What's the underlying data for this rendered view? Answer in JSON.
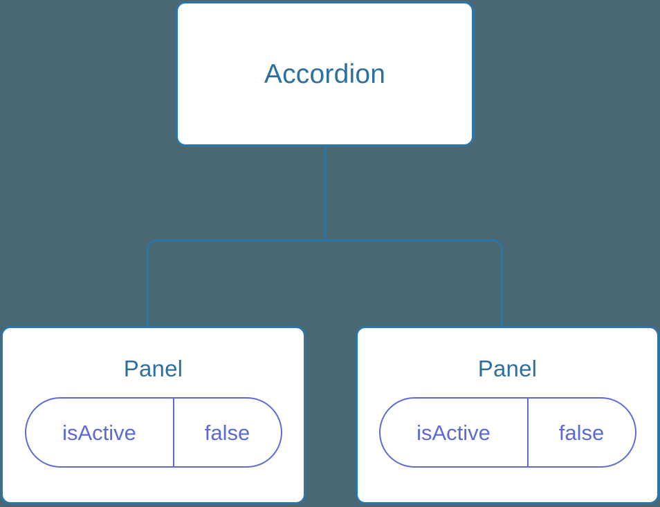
{
  "diagram": {
    "type": "component-tree",
    "background_color": "#4a6873",
    "node_border_color": "#2d75a6",
    "node_title_color": "#2d6f9e",
    "pill_color": "#5c6bd4",
    "connector_color": "#2d75a6",
    "root": {
      "title": "Accordion"
    },
    "children": [
      {
        "title": "Panel",
        "state": {
          "key": "isActive",
          "value": "false"
        }
      },
      {
        "title": "Panel",
        "state": {
          "key": "isActive",
          "value": "false"
        }
      }
    ]
  }
}
